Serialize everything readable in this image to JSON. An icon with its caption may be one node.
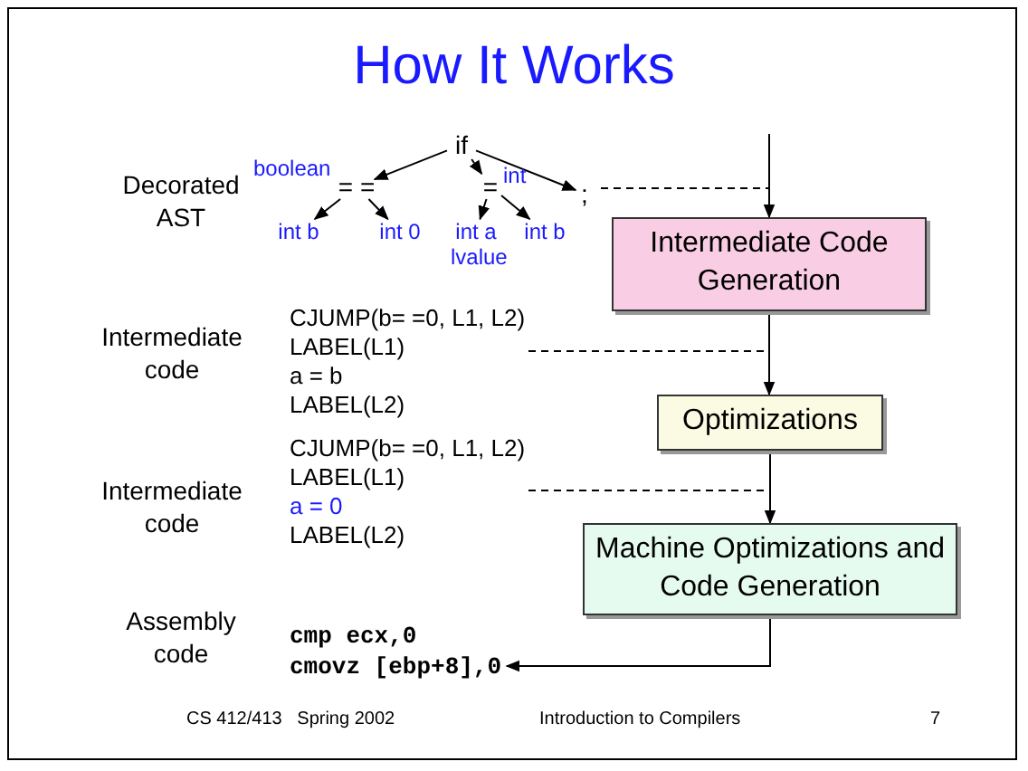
{
  "diagram": {
    "title": "How It Works",
    "nodes": [
      {
        "text": [
          "if"
        ]
      },
      {
        "text": [
          "= ="
        ],
        "beside": [
          "boolean"
        ]
      },
      {
        "text": [
          "="
        ],
        "beside": [
          "int"
        ]
      },
      {
        "text": [
          ";"
        ]
      },
      {
        "text": [
          "int b"
        ]
      },
      {
        "text": [
          "int 0"
        ]
      },
      {
        "text": [
          "int a"
        ],
        "beside": [
          "lvalue"
        ]
      },
      {
        "text": [
          "int b"
        ]
      },
      {
        "text": [
          "Intermediate Code Generation"
        ]
      },
      {
        "text": [
          "Optimizations"
        ]
      },
      {
        "text": [
          "Machine Optimizations and Code Generation"
        ]
      },
      {
        "text": [
          "CJUMP(b= =0, L1, L2)",
          "LABEL(L1)",
          "a = b",
          "LABEL(L2)"
        ]
      },
      {
        "text": [
          "CJUMP(b= =0, L1, L2)",
          "LABEL(L1)",
          "a = 0",
          "LABEL(L2)"
        ]
      },
      {
        "text": [
          "cmp ecx,0",
          "cmovz [ebp+8],0"
        ]
      }
    ],
    "edges": [
      {
        "from": 0,
        "to": 1,
        "arrow": "to"
      },
      {
        "from": 0,
        "to": 2,
        "arrow": "to"
      },
      {
        "from": 0,
        "to": 3,
        "arrow": "to"
      },
      {
        "from": 1,
        "to": 4,
        "arrow": "to"
      },
      {
        "from": 1,
        "to": 5,
        "arrow": "to"
      },
      {
        "from": 2,
        "to": 6,
        "arrow": "to"
      },
      {
        "from": 2,
        "to": 7,
        "arrow": "to"
      },
      {
        "from": null,
        "to": 8,
        "arrow": "to"
      },
      {
        "from": 8,
        "to": 9,
        "arrow": "to"
      },
      {
        "from": 9,
        "to": 10,
        "arrow": "to"
      },
      {
        "from": 10,
        "to": 13,
        "arrow": "to"
      },
      {
        "from": 3,
        "to": null,
        "arrow": "none",
        "style": "dashed"
      },
      {
        "from": 11,
        "to": null,
        "arrow": "none",
        "style": "dashed"
      },
      {
        "from": 12,
        "to": null,
        "arrow": "none",
        "style": "dashed"
      }
    ],
    "labels": [
      "Decorated AST",
      "Intermediate code",
      "Intermediate code",
      "Assembly code",
      "CS 412/413   Spring 2002",
      "Introduction to Compilers",
      "7"
    ]
  }
}
